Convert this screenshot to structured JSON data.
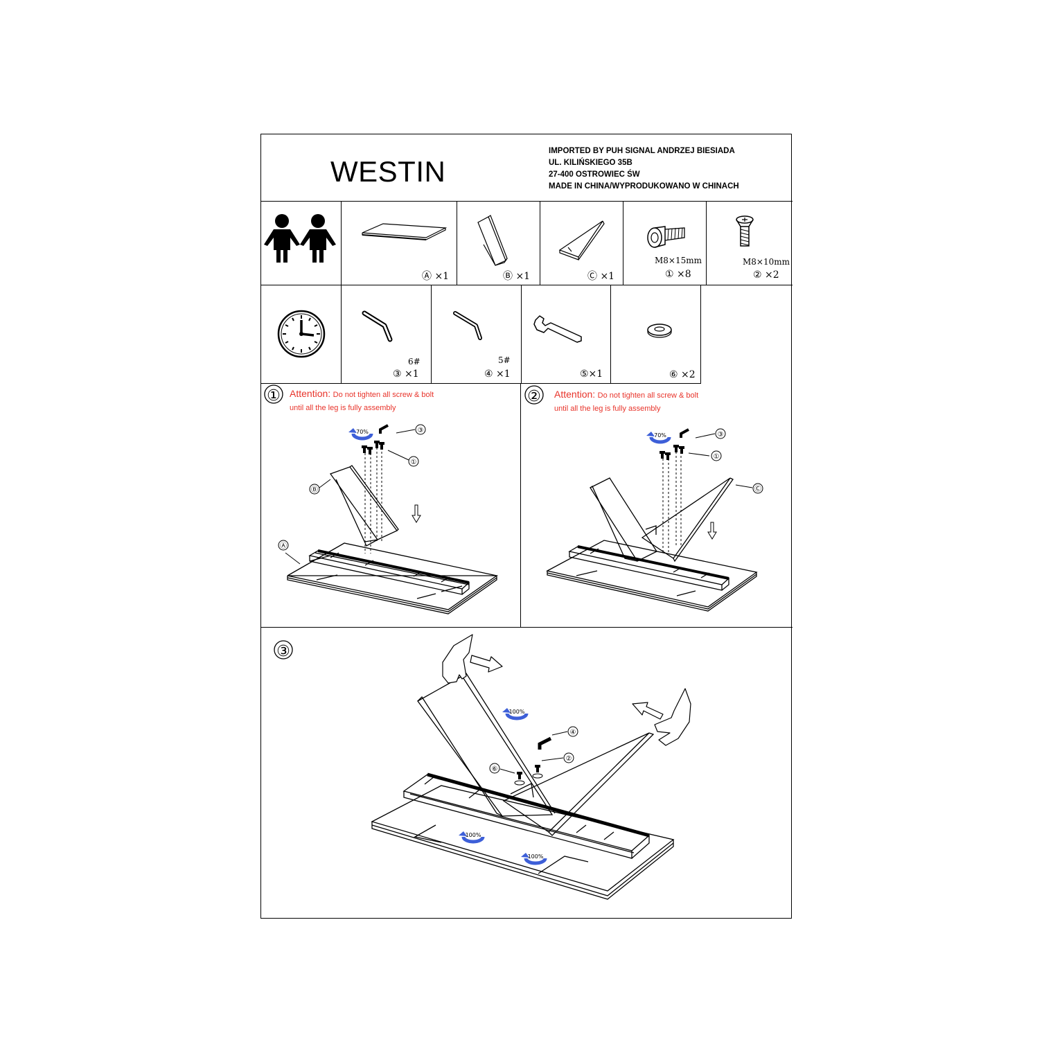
{
  "header": {
    "product_name": "WESTIN",
    "importer_lines": [
      "IMPORTED BY PUH SIGNAL ANDRZEJ BIESIADA",
      "UL. KILIŃSKIEGO 35B",
      "27-400 OSTROWIEC ŚW",
      "MADE IN CHINA/WYPRODUKOWANO W CHINACH"
    ]
  },
  "parts": [
    {
      "id": "A",
      "qty": "Ⓐ ×1",
      "icon": "tabletop-icon"
    },
    {
      "id": "B",
      "qty": "Ⓑ ×1",
      "icon": "leg-b-icon"
    },
    {
      "id": "C",
      "qty": "Ⓒ ×1",
      "icon": "leg-c-icon"
    },
    {
      "id": "1",
      "size": "M8×15mm",
      "qty": "① ×8",
      "icon": "bolt-m8x15-icon"
    },
    {
      "id": "2",
      "size": "M8×10mm",
      "qty": "② ×2",
      "icon": "bolt-m8x10-icon"
    }
  ],
  "tools": [
    {
      "id": "3",
      "size": "6#",
      "qty": "③ ×1",
      "icon": "allen-key-6-icon"
    },
    {
      "id": "4",
      "size": "5#",
      "qty": "④ ×1",
      "icon": "allen-key-5-icon"
    },
    {
      "id": "5",
      "qty": "⑤×1",
      "icon": "wrench-icon"
    },
    {
      "id": "6",
      "qty": "⑥ ×2",
      "icon": "washer-icon"
    }
  ],
  "steps": [
    {
      "number": "①",
      "attention_label": "Attention:",
      "attention_line1": "Do not tighten all screw & bolt",
      "attention_line2": "until all the leg is fully assembly",
      "torque": "70%",
      "callouts": [
        "③",
        "①",
        "Ⓑ",
        "Ⓐ"
      ]
    },
    {
      "number": "②",
      "attention_label": "Attention:",
      "attention_line1": "Do not tighten all screw & bolt",
      "attention_line2": "until all the leg is fully assembly",
      "torque": "70%",
      "callouts": [
        "③",
        "①",
        "Ⓒ"
      ]
    },
    {
      "number": "③",
      "torque": "100%",
      "callouts": [
        "④",
        "②",
        "⑥"
      ]
    }
  ],
  "colors": {
    "attention": "#e8332a",
    "torque_arrow": "#3d5fd8",
    "line": "#000000"
  }
}
